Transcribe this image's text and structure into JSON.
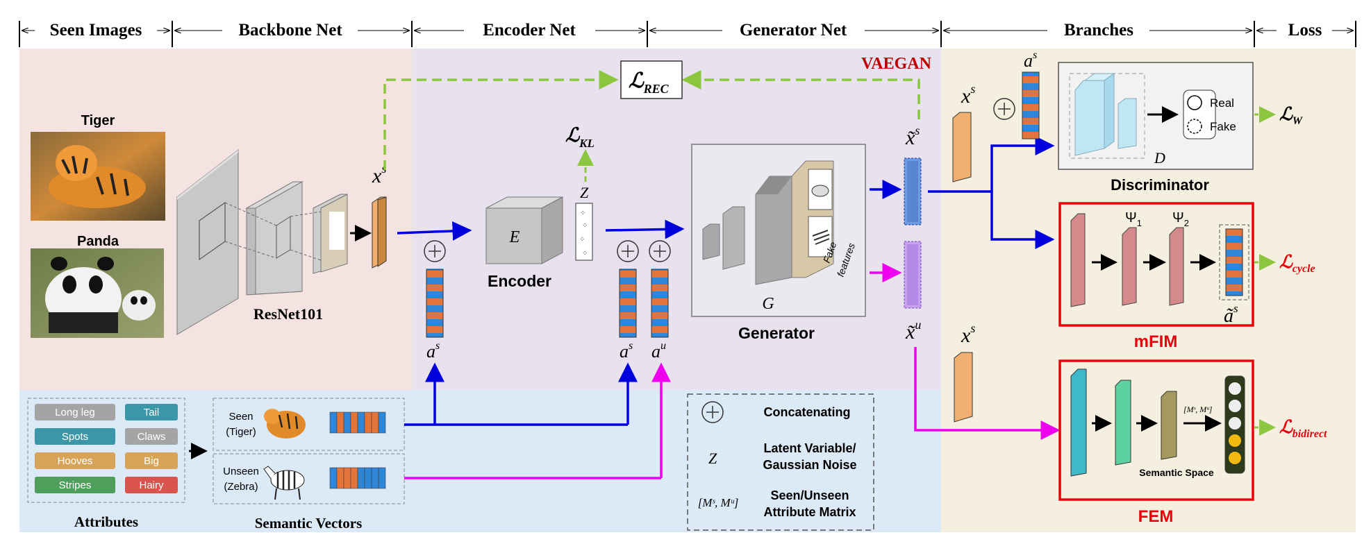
{
  "headers": {
    "seen_images": "Seen Images",
    "backbone": "Backbone Net",
    "encoder": "Encoder Net",
    "generator": "Generator Net",
    "branches": "Branches",
    "loss": "Loss"
  },
  "vaegan_label": "VAEGAN",
  "animals": {
    "tiger": "Tiger",
    "panda": "Panda"
  },
  "resnet_label": "ResNet101",
  "xs": "x",
  "sup_s": "s",
  "sup_u": "u",
  "loss_rec": "ℒ",
  "loss_rec_sub": "REC",
  "loss_kl": "ℒ",
  "loss_kl_sub": "KL",
  "z": "Z",
  "encoder_letter": "E",
  "encoder_label": "Encoder",
  "generator_letter": "G",
  "generator_label": "Generator",
  "fake_features": [
    "Fake",
    "features"
  ],
  "a": "a",
  "x_tilde": "x̃",
  "a_tilde": "ã",
  "discriminator": {
    "letter": "D",
    "label": "Discriminator",
    "real": "Real",
    "fake": "Fake",
    "loss": "ℒ",
    "loss_sub": "W"
  },
  "mfim": {
    "label": "mFIM",
    "psi1": "Ψ",
    "psi1_sub": "1",
    "psi2": "Ψ",
    "psi2_sub": "2",
    "loss": "ℒ",
    "loss_sub": "cycle"
  },
  "fem": {
    "label": "FEM",
    "matrix": "[Mˢ, Mᵘ]",
    "semantic_space": "Semantic Space",
    "loss": "ℒ",
    "loss_sub": "bidirect"
  },
  "attributes": {
    "title": "Attributes",
    "items": [
      "Long leg",
      "Tail",
      "Spots",
      "Claws",
      "Hooves",
      "Big",
      "Stripes",
      "Hairy"
    ],
    "colors": [
      "#a4a4a4",
      "#3a97a8",
      "#3a97a8",
      "#a4a4a4",
      "#d8a45a",
      "#d8a45a",
      "#4f9e5b",
      "#d9544e"
    ]
  },
  "semantic_vectors": {
    "title": "Semantic Vectors",
    "seen": [
      "Seen",
      "(Tiger)"
    ],
    "unseen": [
      "Unseen",
      "(Zebra)"
    ]
  },
  "legend": {
    "concat": "Concatenating",
    "latent": [
      "Latent Variable/",
      "Gaussian Noise"
    ],
    "matrix_symbol": "[Mˢ, Mᵘ]",
    "matrix": [
      "Seen/Unseen",
      "Attribute Matrix"
    ]
  },
  "colors": {
    "seen_bg": "#f5e3e1",
    "encoder_bg": "#e8e2ee",
    "branch_bg": "#f4efdf",
    "attr_bg": "#dce9f6",
    "blue_arrow": "#0000dd",
    "magenta_arrow": "#ee00ee",
    "green_arrow": "#8cc63f",
    "red_label": "#e8000b",
    "loss_green": "#c00000"
  }
}
